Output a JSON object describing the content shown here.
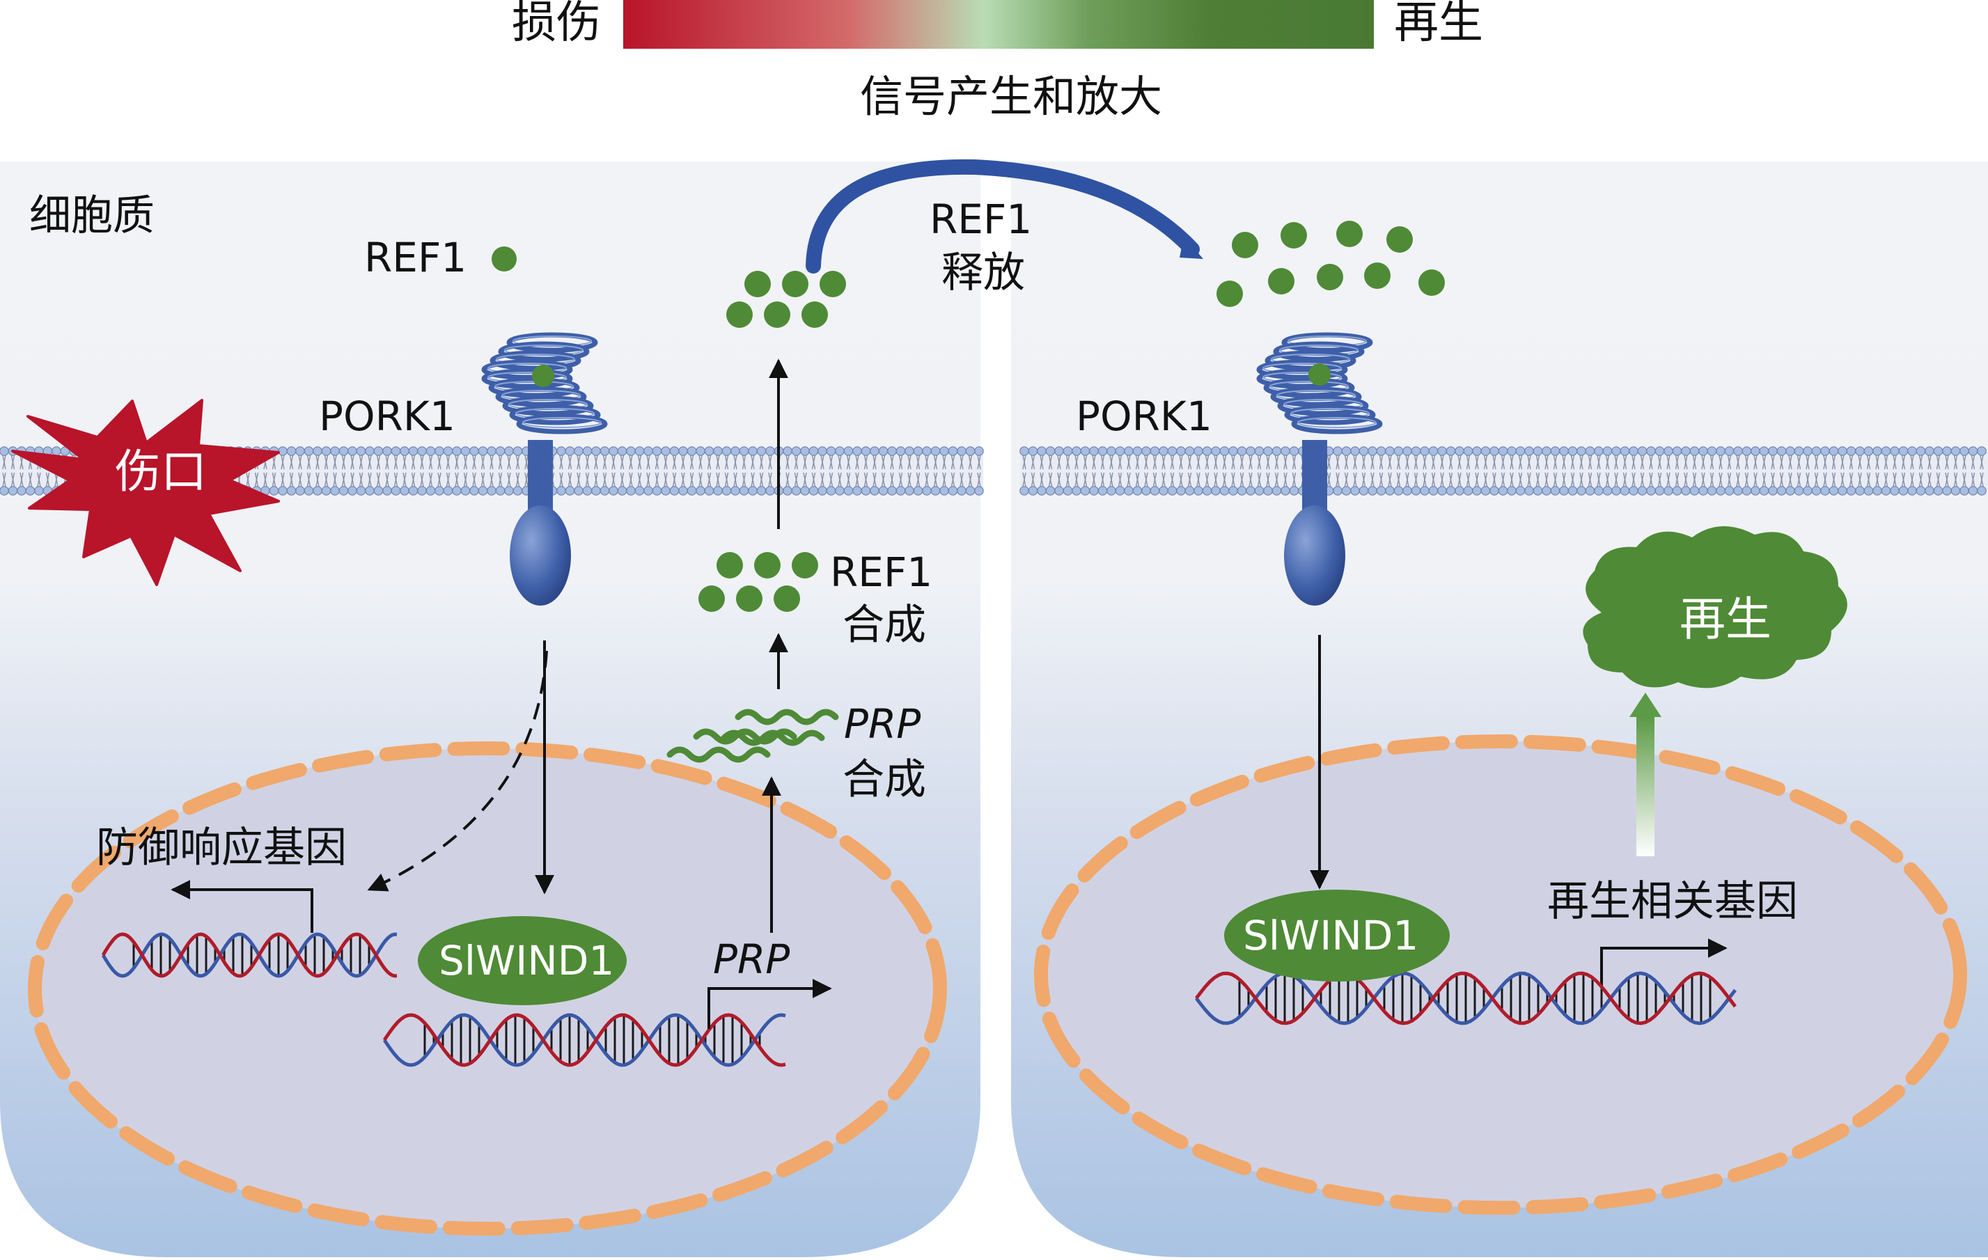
{
  "gradient_bar": {
    "left_label": "损伤",
    "right_label": "再生",
    "caption": "信号产生和放大",
    "colors": [
      "#b8142a",
      "#d46a6a",
      "#b9dcb5",
      "#6e9f5a",
      "#4f7f36",
      "#497a34"
    ]
  },
  "labels": {
    "cytoplasm": "细胞质",
    "ref1_top": "REF1",
    "pork1_left": "PORK1",
    "wound": "伤口",
    "ref1_release_1": "REF1",
    "ref1_release_2": "释放",
    "ref1_synth_1": "REF1",
    "ref1_synth_2": "合成",
    "prp_synth_1": "PRP",
    "prp_synth_2": "合成",
    "defense_genes": "防御响应基因",
    "siwind1_left": "SlWIND1",
    "prp_gene": "PRP",
    "pork1_right": "PORK1",
    "regen_cloud": "再生",
    "regen_genes": "再生相关基因",
    "siwind1_right": "SlWIND1"
  },
  "colors": {
    "cell_top": "#f2f3f7",
    "cell_bottom": "#aac3e3",
    "nucleus_fill": "#d0d2e4",
    "nuclear_envelope": "#f0a86c",
    "membrane_head": "#a9bde0",
    "membrane_head_stroke": "#6a82b4",
    "receptor_blue": "#3e5fa8",
    "receptor_dark": "#2a4182",
    "ref1_green": "#4f8a36",
    "siwind_green": "#4f8a36",
    "wound_red": "#b8142a",
    "dna_blue": "#3a58a6",
    "dna_red": "#b01c2a",
    "release_arrow": "#2f53a2",
    "regen_arrow_top": "#5b9a46",
    "regen_arrow_bottom": "#ffffff"
  }
}
